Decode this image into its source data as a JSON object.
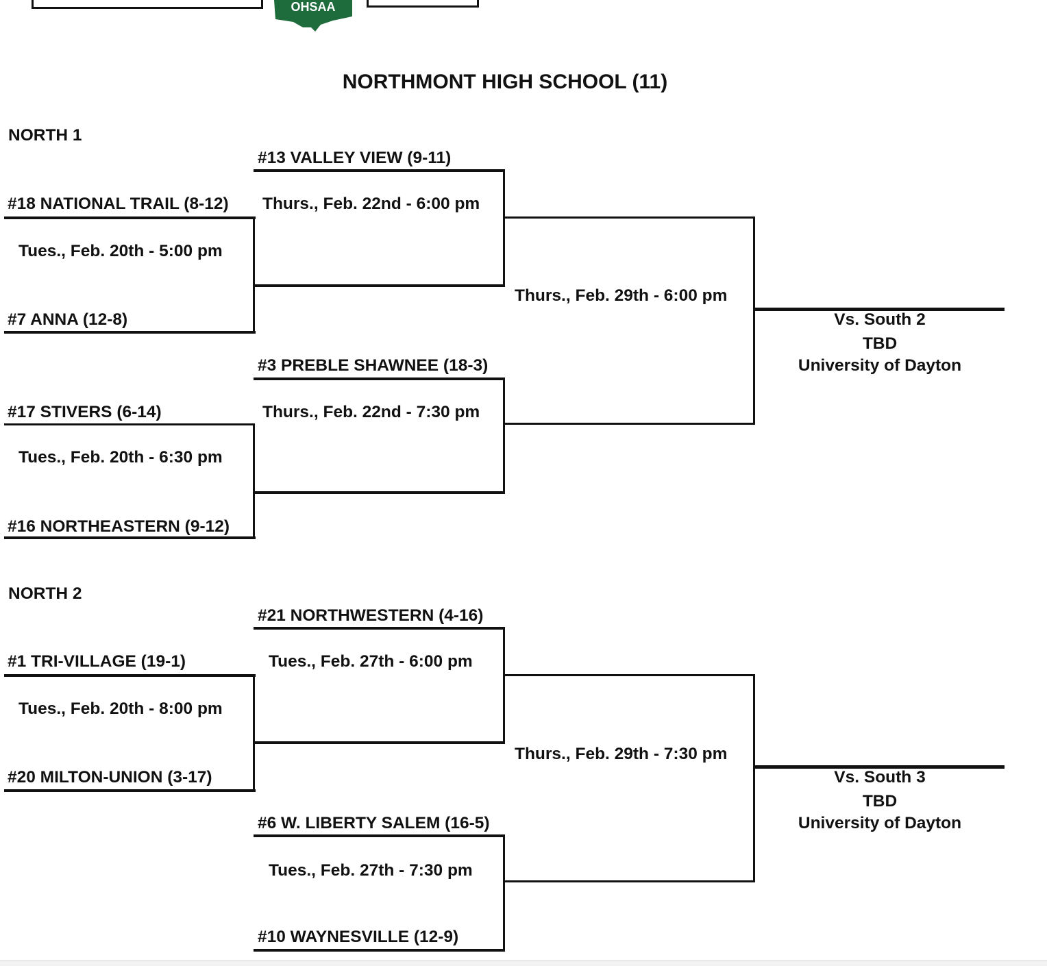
{
  "header": {
    "logo_text": "OHSAA",
    "logo_color": "#1e6b3c",
    "title": "NORTHMONT HIGH SCHOOL (11)"
  },
  "north1": {
    "label": "NORTH 1",
    "teams": {
      "valley_view": "#13  VALLEY VIEW (9-11)",
      "national_trail": "#18 NATIONAL TRAIL (8-12)",
      "anna": "#7 ANNA (12-8)",
      "preble_shawnee": "#3 PREBLE SHAWNEE (18-3)",
      "stivers": "#17  STIVERS (6-14)",
      "northeastern": "#16  NORTHEASTERN (9-12)"
    },
    "games": {
      "r1_top": "Tues., Feb. 20th - 5:00 pm",
      "r1_bottom": "Tues., Feb. 20th - 6:30 pm",
      "r2_top": "Thurs., Feb. 22nd - 6:00 pm",
      "r2_bottom": "Thurs., Feb. 22nd - 7:30 pm",
      "semi": "Thurs., Feb. 29th - 6:00 pm"
    },
    "final": {
      "opponent": "Vs. South 2",
      "time": "TBD",
      "venue": "University of Dayton"
    }
  },
  "north2": {
    "label": "NORTH 2",
    "teams": {
      "northwestern": "#21 NORTHWESTERN (4-16)",
      "tri_village": "#1 TRI-VILLAGE (19-1)",
      "milton_union": "#20 MILTON-UNION (3-17)",
      "w_liberty_salem": "#6 W. LIBERTY SALEM (16-5)",
      "waynesville": "#10 WAYNESVILLE (12-9)"
    },
    "games": {
      "r1": "Tues., Feb. 20th - 8:00 pm",
      "r2_top": "Tues., Feb. 27th - 6:00 pm",
      "r2_bottom": "Tues., Feb. 27th - 7:30 pm",
      "semi": "Thurs., Feb. 29th - 7:30 pm"
    },
    "final": {
      "opponent": "Vs. South 3",
      "time": "TBD",
      "venue": "University of Dayton"
    }
  }
}
